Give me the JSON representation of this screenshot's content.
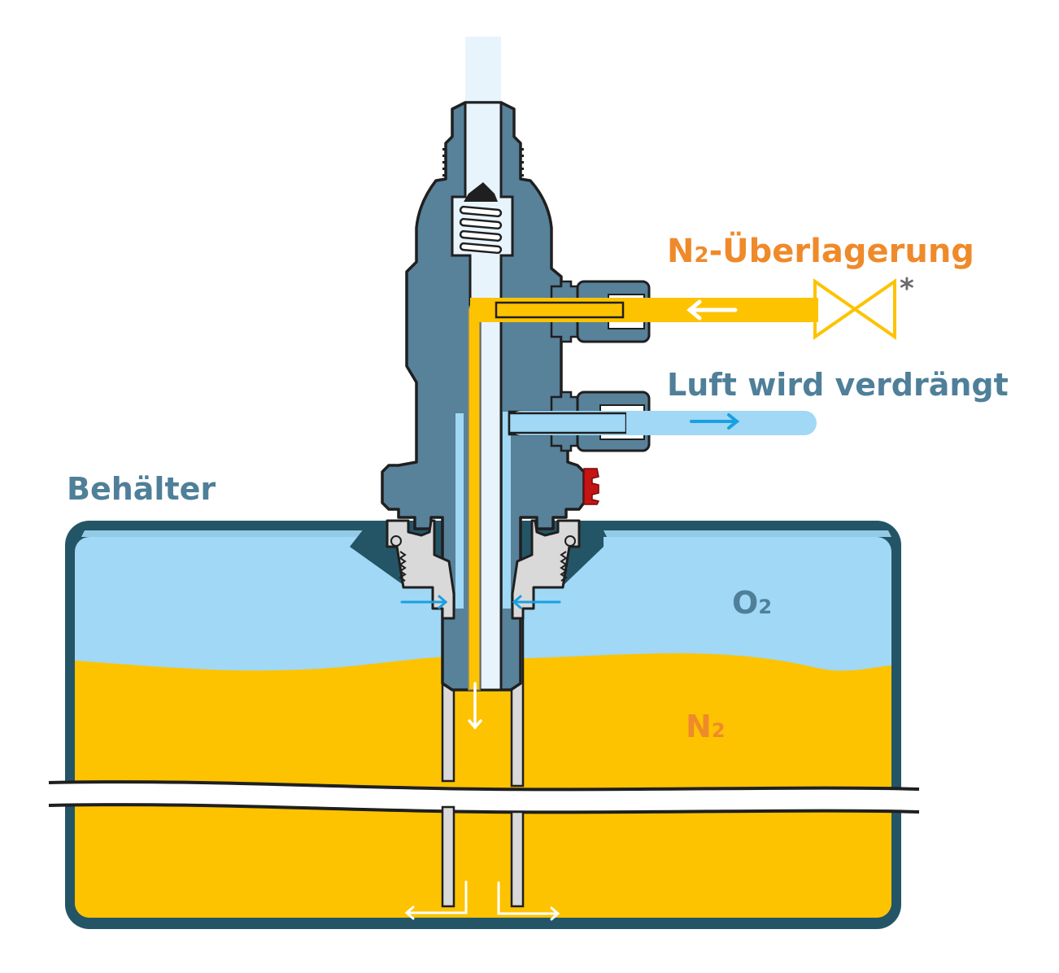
{
  "diagram": {
    "type": "cross-section",
    "subject": "N2 blanketing valve on container"
  },
  "labels": {
    "n2_blanketing": "N₂-Überlagerung",
    "n2_blanketing_main": "N",
    "n2_blanketing_sub": "2",
    "n2_blanketing_rest": "-Überlagerung",
    "asterisk": "*",
    "air_displaced": "Luft wird verdrängt",
    "container": "Behälter",
    "o2_main": "O",
    "o2_sub": "2",
    "n2_main": "N",
    "n2_sub": "2"
  },
  "flows": [
    {
      "name": "n2-inlet",
      "direction": "left",
      "medium": "N2"
    },
    {
      "name": "air-outlet",
      "direction": "right",
      "medium": "air"
    },
    {
      "name": "air-intake-left",
      "direction": "right",
      "medium": "O2"
    },
    {
      "name": "air-intake-right",
      "direction": "left",
      "medium": "O2"
    },
    {
      "name": "n2-down",
      "direction": "down",
      "medium": "N2"
    },
    {
      "name": "n2-out-left",
      "direction": "left",
      "medium": "N2"
    },
    {
      "name": "n2-out-right",
      "direction": "right",
      "medium": "N2"
    }
  ],
  "colors": {
    "body": "#58819a",
    "container_wall": "#245566",
    "air_light": "#a0d8f5",
    "tube_light": "#e8f4fc",
    "n2_yellow": "#fdc300",
    "label_orange": "#ef8a2a",
    "label_blue": "#4f7f99",
    "arrow_blue": "#1aa0e0",
    "steel": "#d9d9d9",
    "outline": "#1f1f1f",
    "seal_red": "#c41414",
    "asterisk_grey": "#6a6a6a"
  }
}
